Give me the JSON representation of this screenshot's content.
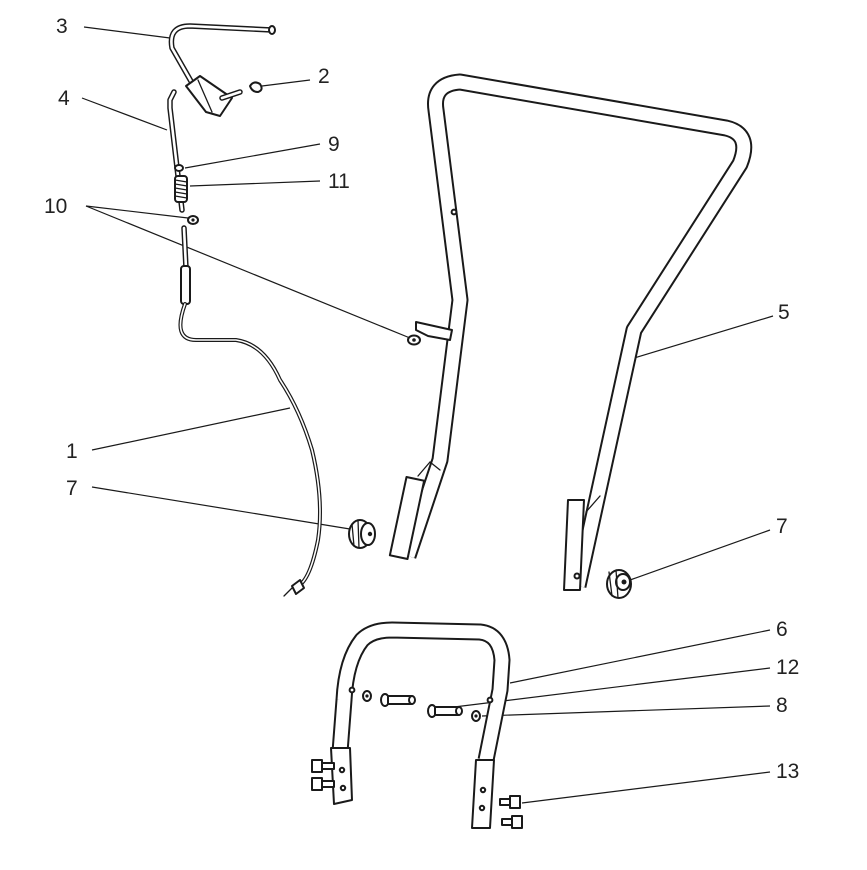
{
  "callouts": [
    {
      "id": "callout-3",
      "text": "3"
    },
    {
      "id": "callout-2",
      "text": "2"
    },
    {
      "id": "callout-4",
      "text": "4"
    },
    {
      "id": "callout-9",
      "text": "9"
    },
    {
      "id": "callout-11",
      "text": "11"
    },
    {
      "id": "callout-10",
      "text": "10"
    },
    {
      "id": "callout-5",
      "text": "5"
    },
    {
      "id": "callout-1",
      "text": "1"
    },
    {
      "id": "callout-7-left",
      "text": "7"
    },
    {
      "id": "callout-7-right",
      "text": "7"
    },
    {
      "id": "callout-6",
      "text": "6"
    },
    {
      "id": "callout-12",
      "text": "12"
    },
    {
      "id": "callout-8",
      "text": "8"
    },
    {
      "id": "callout-13",
      "text": "13"
    }
  ]
}
